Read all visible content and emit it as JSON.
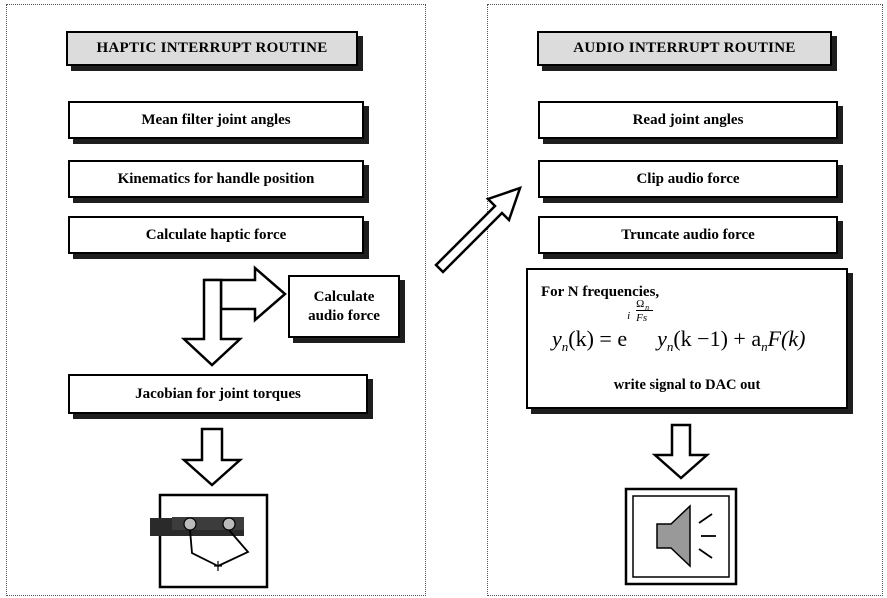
{
  "haptic": {
    "title": "HAPTIC INTERRUPT ROUTINE",
    "steps": [
      "Mean filter joint angles",
      "Kinematics for handle position",
      "Calculate haptic force",
      "Jacobian for joint torques"
    ],
    "side_step": [
      "Calculate",
      "audio force"
    ]
  },
  "audio": {
    "title": "AUDIO INTERRUPT ROUTINE",
    "steps": [
      "Read joint angles",
      "Clip audio force",
      "Truncate audio force"
    ],
    "loop_label": "For N frequencies,",
    "formula": {
      "lhs": "y",
      "lhs_sub": "n",
      "arg": "(k) = e",
      "exp_top": "Ω",
      "exp_top_sub": "n",
      "exp_i": "i",
      "exp_bottom": "Fs",
      "rhs_y": "y",
      "rhs_y_sub": "n",
      "rhs_arg": "(k −1) + a",
      "a_sub": "n",
      "tail": "F(k)"
    },
    "output_label": "write signal to DAC out"
  }
}
